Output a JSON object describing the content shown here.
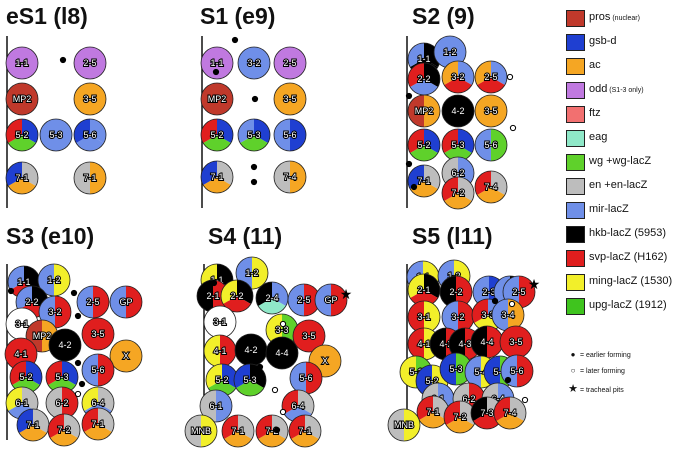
{
  "colors": {
    "pros": "#c0392b",
    "gsb": "#1f3fd1",
    "ac": "#f5a623",
    "odd": "#c079e0",
    "ftz": "#f27070",
    "eag": "#8fe8c8",
    "wg": "#5fd12b",
    "en": "#bdbdbd",
    "mir": "#6f8fe8",
    "hkb": "#000000",
    "svp": "#e01e1e",
    "ming": "#f2ef2a",
    "upg": "#3fc41e",
    "white": "#ffffff"
  },
  "panels": [
    {
      "title": "eS1 (l8)",
      "cells": [
        {
          "label": "1-1",
          "c": [
            "odd",
            "odd"
          ]
        },
        {
          "label": "2-5",
          "c": [
            "odd",
            "odd"
          ]
        },
        {
          "label": "MP2",
          "c": [
            "pros",
            "pros"
          ]
        },
        {
          "label": "3-5",
          "c": [
            "ac",
            "ac"
          ]
        },
        {
          "label": "5-2",
          "c": [
            "gsb",
            "wg",
            "svp"
          ]
        },
        {
          "label": "5-3",
          "c": [
            "mir",
            "mir"
          ]
        },
        {
          "label": "5-6",
          "c": [
            "mir",
            "mir",
            "gsb"
          ]
        },
        {
          "label": "7-1",
          "c": [
            "en",
            "ac",
            "gsb"
          ]
        },
        {
          "label": "7-1",
          "c": [
            "en",
            "ac"
          ]
        }
      ]
    },
    {
      "title": "S1 (e9)",
      "cells": [
        {
          "label": "1-1",
          "c": [
            "odd",
            "odd"
          ]
        },
        {
          "label": "3-2",
          "c": [
            "mir",
            "mir"
          ]
        },
        {
          "label": "2-5",
          "c": [
            "odd",
            "odd"
          ]
        },
        {
          "label": "MP2",
          "c": [
            "pros",
            "pros"
          ]
        },
        {
          "label": "3-5",
          "c": [
            "ac",
            "ac"
          ]
        },
        {
          "label": "5-2",
          "c": [
            "gsb",
            "wg",
            "svp"
          ]
        },
        {
          "label": "5-3",
          "c": [
            "gsb",
            "wg",
            "mir"
          ]
        },
        {
          "label": "5-6",
          "c": [
            "mir",
            "gsb"
          ]
        },
        {
          "label": "7-1",
          "c": [
            "en",
            "ac",
            "gsb"
          ]
        },
        {
          "label": "7-4",
          "c": [
            "en",
            "ac"
          ]
        }
      ]
    },
    {
      "title": "S2 (9)",
      "cells": [
        {
          "label": "1-1",
          "c": [
            "hkb",
            "hkb",
            "mir"
          ]
        },
        {
          "label": "1-2",
          "c": [
            "mir",
            "mir"
          ]
        },
        {
          "label": "2-2",
          "c": [
            "hkb",
            "mir",
            "svp"
          ]
        },
        {
          "label": "3-2",
          "c": [
            "mir",
            "svp",
            "ac"
          ]
        },
        {
          "label": "2-5",
          "c": [
            "mir",
            "svp",
            "ac"
          ]
        },
        {
          "label": "MP2",
          "c": [
            "pros",
            "ac"
          ]
        },
        {
          "label": "4-2",
          "c": [
            "hkb",
            "hkb"
          ]
        },
        {
          "label": "3-5",
          "c": [
            "ac",
            "ac"
          ]
        },
        {
          "label": "5-2",
          "c": [
            "gsb",
            "wg",
            "svp"
          ]
        },
        {
          "label": "5-3",
          "c": [
            "gsb",
            "wg",
            "svp"
          ]
        },
        {
          "label": "5-6",
          "c": [
            "mir",
            "wg"
          ]
        },
        {
          "label": "6-2",
          "c": [
            "en",
            "mir"
          ]
        },
        {
          "label": "7-1",
          "c": [
            "en",
            "ac",
            "gsb"
          ]
        },
        {
          "label": "7-2",
          "c": [
            "en",
            "ac",
            "svp"
          ]
        },
        {
          "label": "7-4",
          "c": [
            "en",
            "ac",
            "svp"
          ]
        }
      ]
    },
    {
      "title": "S3 (e10)",
      "cells": [
        {
          "label": "1-1",
          "c": [
            "hkb",
            "svp",
            "mir"
          ]
        },
        {
          "label": "1-2",
          "c": [
            "mir",
            "ming"
          ]
        },
        {
          "label": "2-2",
          "c": [
            "hkb",
            "svp",
            "mir"
          ]
        },
        {
          "label": "3-2",
          "c": [
            "mir",
            "svp"
          ]
        },
        {
          "label": "2-5",
          "c": [
            "mir",
            "svp"
          ]
        },
        {
          "label": "GP",
          "c": [
            "mir",
            "svp"
          ]
        },
        {
          "label": "3-1",
          "c": [
            "white",
            "white"
          ]
        },
        {
          "label": "MP2",
          "c": [
            "pros",
            "ac"
          ]
        },
        {
          "label": "4-2",
          "c": [
            "hkb",
            "hkb"
          ]
        },
        {
          "label": "3-5",
          "c": [
            "svp",
            "svp"
          ]
        },
        {
          "label": "4-1",
          "c": [
            "svp",
            "svp"
          ]
        },
        {
          "label": "X",
          "c": [
            "ac",
            "ac"
          ]
        },
        {
          "label": "5-2",
          "c": [
            "gsb",
            "wg",
            "svp"
          ]
        },
        {
          "label": "5-3",
          "c": [
            "gsb",
            "wg",
            "svp"
          ]
        },
        {
          "label": "5-6",
          "c": [
            "mir",
            "svp"
          ]
        },
        {
          "label": "6-1",
          "c": [
            "en",
            "mir",
            "ming"
          ]
        },
        {
          "label": "6-2",
          "c": [
            "en",
            "svp"
          ]
        },
        {
          "label": "6-4",
          "c": [
            "en",
            "mir",
            "ming"
          ]
        },
        {
          "label": "7-1",
          "c": [
            "en",
            "ac",
            "gsb"
          ]
        },
        {
          "label": "7-2",
          "c": [
            "en",
            "ac",
            "svp"
          ]
        },
        {
          "label": "7-1",
          "c": [
            "en",
            "ac",
            "svp"
          ]
        }
      ]
    },
    {
      "title": "S4 (11)",
      "cells": [
        {
          "label": "1-1",
          "c": [
            "hkb",
            "svp",
            "ming"
          ]
        },
        {
          "label": "1-2",
          "c": [
            "mir",
            "ming"
          ]
        },
        {
          "label": "2-1",
          "c": [
            "hkb",
            "svp"
          ]
        },
        {
          "label": "2-2",
          "c": [
            "hkb",
            "svp",
            "ming"
          ]
        },
        {
          "label": "2-4",
          "c": [
            "mir",
            "eag",
            "hkb"
          ]
        },
        {
          "label": "2-5",
          "c": [
            "mir",
            "svp"
          ]
        },
        {
          "label": "GP",
          "c": [
            "mir",
            "svp"
          ]
        },
        {
          "label": "3-1",
          "c": [
            "white",
            "white"
          ]
        },
        {
          "label": "3-3",
          "c": [
            "ming",
            "wg"
          ]
        },
        {
          "label": "3-5",
          "c": [
            "svp",
            "svp"
          ]
        },
        {
          "label": "4-1",
          "c": [
            "ming",
            "svp"
          ]
        },
        {
          "label": "4-2",
          "c": [
            "hkb",
            "hkb"
          ]
        },
        {
          "label": "4-4",
          "c": [
            "hkb",
            "hkb"
          ]
        },
        {
          "label": "X",
          "c": [
            "ac",
            "ac"
          ]
        },
        {
          "label": "5-2",
          "c": [
            "gsb",
            "wg",
            "ming"
          ]
        },
        {
          "label": "5-3",
          "c": [
            "hkb",
            "wg",
            "gsb"
          ]
        },
        {
          "label": "5-6",
          "c": [
            "mir",
            "svp"
          ]
        },
        {
          "label": "6-1",
          "c": [
            "en",
            "mir"
          ]
        },
        {
          "label": "6-4",
          "c": [
            "en",
            "mir",
            "svp"
          ]
        },
        {
          "label": "MNB",
          "c": [
            "en",
            "ming"
          ]
        },
        {
          "label": "7-1",
          "c": [
            "en",
            "ac",
            "svp"
          ]
        },
        {
          "label": "7-2",
          "c": [
            "en",
            "ac",
            "svp"
          ]
        },
        {
          "label": "7-1",
          "c": [
            "en",
            "ac",
            "svp"
          ]
        }
      ]
    },
    {
      "title": "S5 (l11)",
      "cells": [
        {
          "label": "1-1",
          "c": [
            "mir",
            "ming"
          ]
        },
        {
          "label": "1-2",
          "c": [
            "mir",
            "ming"
          ]
        },
        {
          "label": "2-1",
          "c": [
            "hkb",
            "svp",
            "ming"
          ]
        },
        {
          "label": "2-2",
          "c": [
            "hkb",
            "svp"
          ]
        },
        {
          "label": "2-3",
          "c": [
            "mir",
            "gsb"
          ]
        },
        {
          "label": "2-4",
          "c": [
            "mir",
            "hkb"
          ]
        },
        {
          "label": "2-5",
          "c": [
            "mir",
            "svp"
          ]
        },
        {
          "label": "3-1",
          "c": [
            "svp",
            "ming"
          ]
        },
        {
          "label": "3-2",
          "c": [
            "mir",
            "svp"
          ]
        },
        {
          "label": "3-3",
          "c": [
            "mir",
            "ming",
            "svp"
          ]
        },
        {
          "label": "3-4",
          "c": [
            "mir",
            "ac"
          ]
        },
        {
          "label": "4-1",
          "c": [
            "svp",
            "ming"
          ]
        },
        {
          "label": "4-2",
          "c": [
            "hkb",
            "svp"
          ]
        },
        {
          "label": "4-3",
          "c": [
            "hkb",
            "svp"
          ]
        },
        {
          "label": "4-4",
          "c": [
            "hkb",
            "svp"
          ]
        },
        {
          "label": "3-5",
          "c": [
            "svp",
            "svp"
          ]
        },
        {
          "label": "5-1",
          "c": [
            "ming",
            "wg"
          ]
        },
        {
          "label": "5-2",
          "c": [
            "gsb",
            "ming"
          ]
        },
        {
          "label": "5-3",
          "c": [
            "gsb",
            "wg"
          ]
        },
        {
          "label": "5-4",
          "c": [
            "mir",
            "ming"
          ]
        },
        {
          "label": "5-5",
          "c": [
            "gsb",
            "wg"
          ]
        },
        {
          "label": "5-6",
          "c": [
            "mir",
            "svp"
          ]
        },
        {
          "label": "6-1",
          "c": [
            "en",
            "mir"
          ]
        },
        {
          "label": "6-2",
          "c": [
            "en",
            "svp"
          ]
        },
        {
          "label": "6-4",
          "c": [
            "en",
            "mir"
          ]
        },
        {
          "label": "7-1",
          "c": [
            "en",
            "ac",
            "svp"
          ]
        },
        {
          "label": "7-2",
          "c": [
            "en",
            "ac",
            "svp"
          ]
        },
        {
          "label": "7-3",
          "c": [
            "en",
            "svp",
            "hkb"
          ]
        },
        {
          "label": "7-4",
          "c": [
            "en",
            "ac",
            "svp"
          ]
        },
        {
          "label": "MNB",
          "c": [
            "en",
            "ming"
          ]
        }
      ]
    }
  ],
  "legend": [
    {
      "key": "pros",
      "text": "pros",
      "small": "(nuclear)"
    },
    {
      "key": "gsb",
      "text": "gsb-d",
      "small": ""
    },
    {
      "key": "ac",
      "text": "ac",
      "small": ""
    },
    {
      "key": "odd",
      "text": "odd",
      "small": "(S1-3 only)"
    },
    {
      "key": "ftz",
      "text": "ftz",
      "small": ""
    },
    {
      "key": "eag",
      "text": "eag",
      "small": ""
    },
    {
      "key": "wg",
      "text": "wg +wg-lacZ",
      "small": ""
    },
    {
      "key": "en",
      "text": "en +en-lacZ",
      "small": ""
    },
    {
      "key": "mir",
      "text": "mir-lacZ",
      "small": ""
    },
    {
      "key": "hkb",
      "text": "hkb-lacZ (5953)",
      "small": ""
    },
    {
      "key": "svp",
      "text": "svp-lacZ (H162)",
      "small": ""
    },
    {
      "key": "ming",
      "text": "ming-lacZ (1530)",
      "small": ""
    },
    {
      "key": "upg",
      "text": "upg-lacZ (1912)",
      "small": ""
    }
  ],
  "key": [
    {
      "symbol": "●",
      "text": "= earlier forming"
    },
    {
      "symbol": "○",
      "text": "= later forming"
    },
    {
      "symbol": "★",
      "text": "= tracheal pits"
    }
  ]
}
